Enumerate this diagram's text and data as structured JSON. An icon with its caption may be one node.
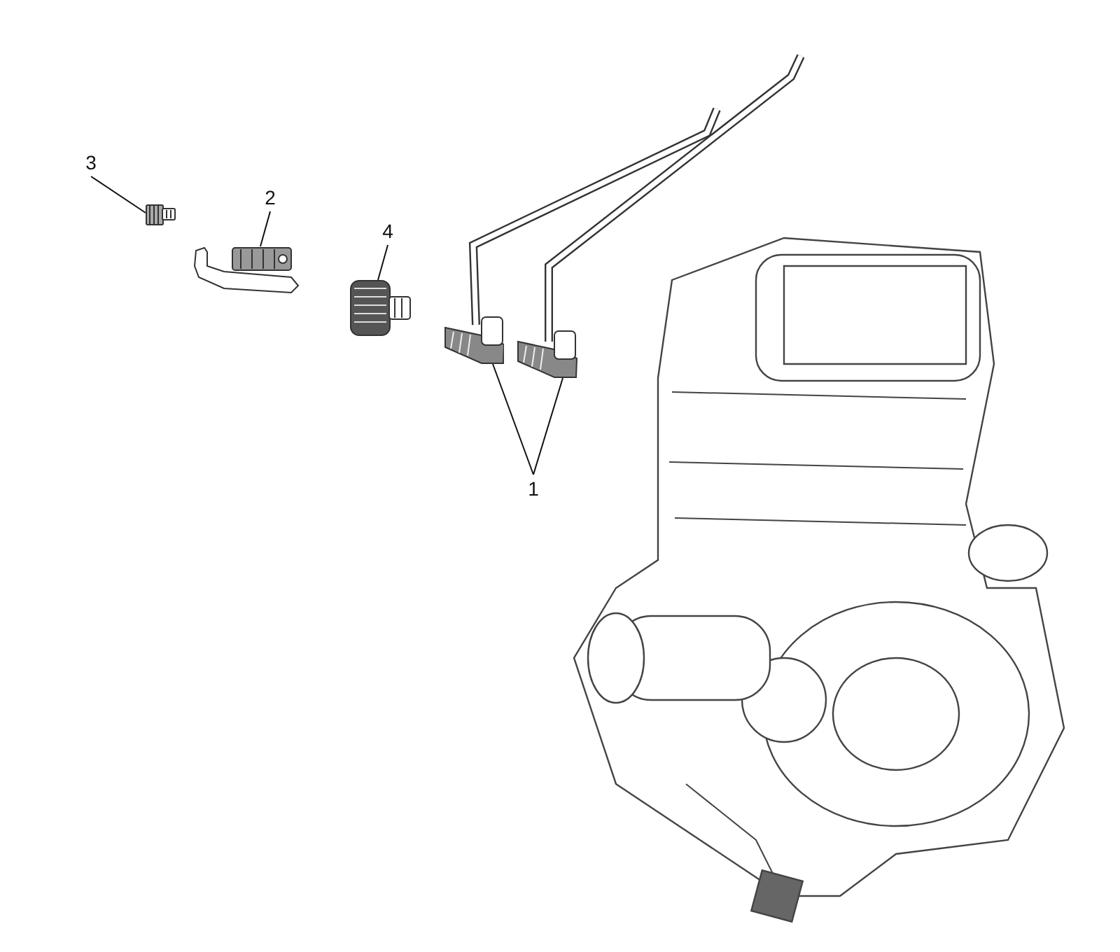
{
  "diagram": {
    "nodes": [
      {
        "text": [
          "3"
        ]
      },
      {
        "text": [
          "2"
        ]
      },
      {
        "text": [
          "4"
        ]
      },
      {
        "text": [
          "1"
        ]
      },
      {
        "text": [],
        "shape": "picture"
      },
      {
        "text": [],
        "shape": "picture"
      },
      {
        "text": [],
        "shape": "picture"
      },
      {
        "text": [],
        "shape": "picture"
      },
      {
        "text": [],
        "shape": "picture"
      }
    ],
    "edges": [
      {
        "from": 0,
        "to": 4,
        "arrow": "none"
      },
      {
        "from": 1,
        "to": 5,
        "arrow": "none"
      },
      {
        "from": 2,
        "to": 6,
        "arrow": "none"
      },
      {
        "from": 3,
        "to": 7,
        "arrow": "none"
      },
      {
        "from": 3,
        "to": 8,
        "arrow": "none"
      }
    ]
  }
}
